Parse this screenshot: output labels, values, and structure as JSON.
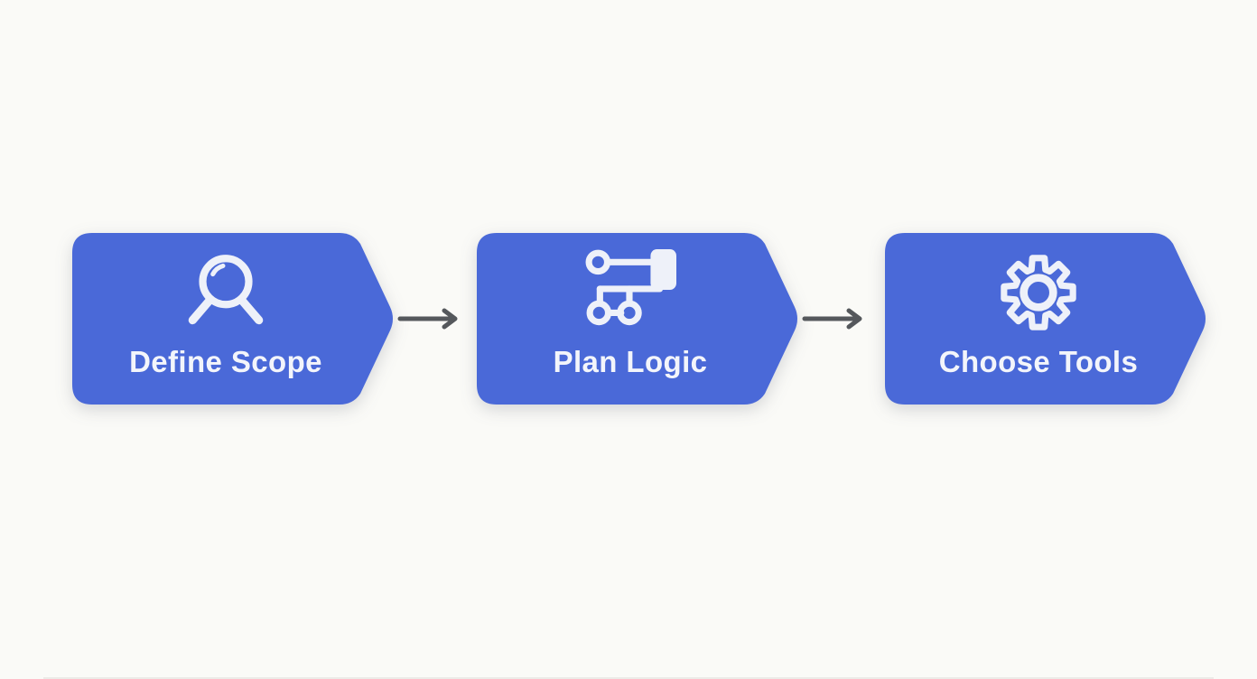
{
  "flow": {
    "steps": [
      {
        "label": "Define Scope",
        "icon": "magnifier-icon"
      },
      {
        "label": "Plan Logic",
        "icon": "flowchart-icon"
      },
      {
        "label": "Choose Tools",
        "icon": "gear-icon"
      }
    ],
    "connectors": [
      {
        "icon": "arrow-right-icon"
      },
      {
        "icon": "arrow-right-icon"
      }
    ]
  },
  "colors": {
    "step_fill": "#4a69d8",
    "label_text": "#f3f5fb",
    "icon_stroke": "#eef1f9",
    "arrow": "#55585c",
    "background": "#fafaf7"
  }
}
